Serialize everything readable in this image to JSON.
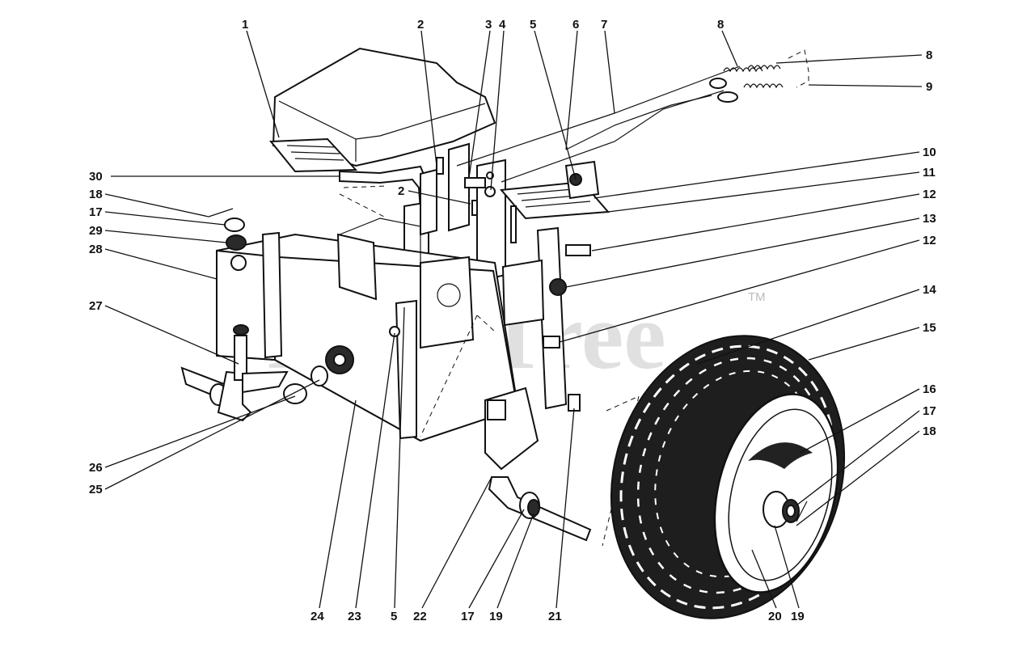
{
  "watermark": {
    "text": "PartsTree",
    "trademark": "TM"
  },
  "callouts": [
    {
      "id": "c1",
      "text": "1"
    },
    {
      "id": "c2a",
      "text": "2"
    },
    {
      "id": "c3",
      "text": "3"
    },
    {
      "id": "c4",
      "text": "4"
    },
    {
      "id": "c5a",
      "text": "5"
    },
    {
      "id": "c6",
      "text": "6"
    },
    {
      "id": "c7",
      "text": "7"
    },
    {
      "id": "c8a",
      "text": "8"
    },
    {
      "id": "c8b",
      "text": "8"
    },
    {
      "id": "c9",
      "text": "9"
    },
    {
      "id": "c10",
      "text": "10"
    },
    {
      "id": "c11",
      "text": "11"
    },
    {
      "id": "c12a",
      "text": "12"
    },
    {
      "id": "c13",
      "text": "13"
    },
    {
      "id": "c12b",
      "text": "12"
    },
    {
      "id": "c14",
      "text": "14"
    },
    {
      "id": "c15",
      "text": "15"
    },
    {
      "id": "c16",
      "text": "16"
    },
    {
      "id": "c17a",
      "text": "17"
    },
    {
      "id": "c18a",
      "text": "18"
    },
    {
      "id": "c30",
      "text": "30"
    },
    {
      "id": "c18b",
      "text": "18"
    },
    {
      "id": "c17b",
      "text": "17"
    },
    {
      "id": "c29",
      "text": "29"
    },
    {
      "id": "c28",
      "text": "28"
    },
    {
      "id": "c2b",
      "text": "2"
    },
    {
      "id": "c27",
      "text": "27"
    },
    {
      "id": "c26",
      "text": "26"
    },
    {
      "id": "c25",
      "text": "25"
    },
    {
      "id": "c24",
      "text": "24"
    },
    {
      "id": "c23",
      "text": "23"
    },
    {
      "id": "c5b",
      "text": "5"
    },
    {
      "id": "c22",
      "text": "22"
    },
    {
      "id": "c17c",
      "text": "17"
    },
    {
      "id": "c19a",
      "text": "19"
    },
    {
      "id": "c21",
      "text": "21"
    },
    {
      "id": "c20",
      "text": "20"
    },
    {
      "id": "c19b",
      "text": "19"
    }
  ]
}
